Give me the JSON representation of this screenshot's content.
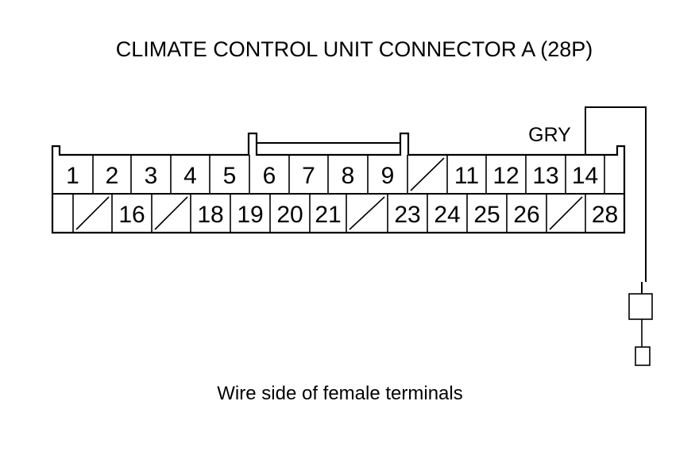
{
  "title": "CLIMATE CONTROL UNIT CONNECTOR A (28P)",
  "caption": "Wire side of female terminals",
  "wire_color_label": "GRY",
  "wire_pin": "14",
  "connector": {
    "rows": [
      {
        "cells": [
          {
            "label": "1",
            "empty": false
          },
          {
            "label": "2",
            "empty": false
          },
          {
            "label": "3",
            "empty": false
          },
          {
            "label": "4",
            "empty": false
          },
          {
            "label": "5",
            "empty": false
          },
          {
            "label": "6",
            "empty": false
          },
          {
            "label": "7",
            "empty": false
          },
          {
            "label": "8",
            "empty": false
          },
          {
            "label": "9",
            "empty": false
          },
          {
            "label": "",
            "empty": true
          },
          {
            "label": "11",
            "empty": false
          },
          {
            "label": "12",
            "empty": false
          },
          {
            "label": "13",
            "empty": false
          },
          {
            "label": "14",
            "empty": false
          }
        ]
      },
      {
        "cells": [
          {
            "label": "",
            "empty": true
          },
          {
            "label": "16",
            "empty": false
          },
          {
            "label": "",
            "empty": true
          },
          {
            "label": "18",
            "empty": false
          },
          {
            "label": "19",
            "empty": false
          },
          {
            "label": "20",
            "empty": false
          },
          {
            "label": "21",
            "empty": false
          },
          {
            "label": "",
            "empty": true
          },
          {
            "label": "23",
            "empty": false
          },
          {
            "label": "24",
            "empty": false
          },
          {
            "label": "25",
            "empty": false
          },
          {
            "label": "26",
            "empty": false
          },
          {
            "label": "",
            "empty": true
          },
          {
            "label": "28",
            "empty": false
          }
        ]
      }
    ]
  }
}
